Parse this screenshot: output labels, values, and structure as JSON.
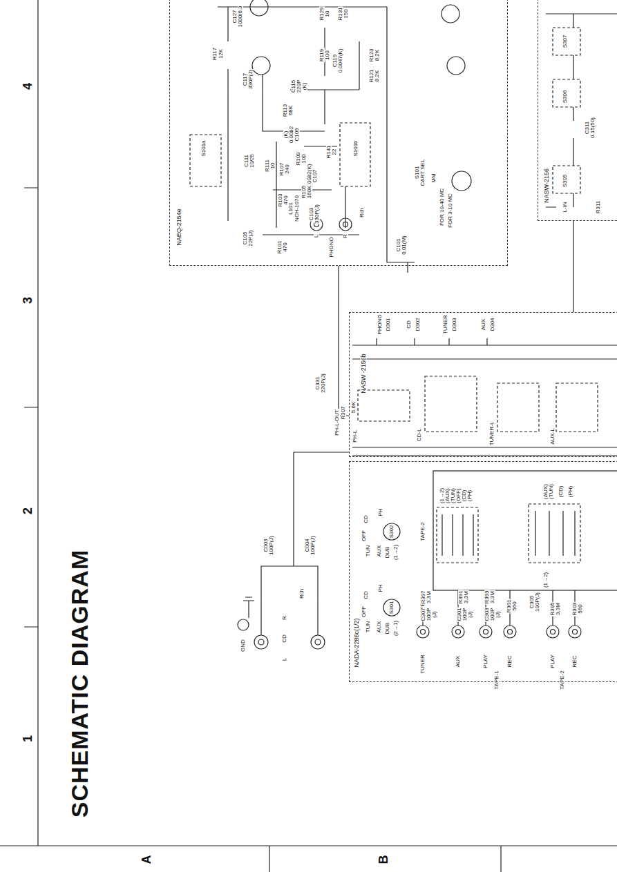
{
  "diagram": {
    "title": "SCHEMATIC DIAGRAM",
    "nodes": [
      {
        "text": [
          "NAEQ-2154e"
        ]
      },
      {
        "text": [
          "NASW-2156"
        ]
      },
      {
        "text": [
          "NASW -2156b"
        ]
      },
      {
        "text": [
          "NADA-2286c(1/2)"
        ]
      }
    ],
    "edges": [
      {
        "from": 0,
        "to": 2,
        "arrow": "none"
      },
      {
        "from": 1,
        "to": 2,
        "arrow": "none"
      }
    ],
    "labels": [
      "4",
      "3",
      "2",
      "1",
      "A",
      "B",
      "R117",
      "12K",
      "C117",
      "330P(J)",
      "C127",
      "1000/6.3",
      "R129",
      "10",
      "R131",
      "150",
      "R119",
      "100",
      "C119",
      "0.0047(K)",
      "R123",
      "8.2K",
      "R121",
      "8.2K",
      "C115",
      "220P",
      "(K)",
      "S101a",
      "R113",
      "68K",
      "(K)",
      "0.0082",
      "C109",
      "C111",
      "10/25",
      "R111",
      "10",
      "R109",
      "100",
      "R141",
      "22",
      "S101b",
      "R107",
      "240",
      "C107",
      "0.0082(K)",
      "R103",
      "470",
      "L101",
      "NCH-1070",
      "R105",
      "160K",
      "C103",
      "330P(J)",
      "C105",
      "22P(J)",
      "R101",
      "470",
      "PHONO",
      "L",
      "R",
      "Rch",
      "C101",
      "0.01(M)",
      "S101",
      "CART SEL",
      "MM",
      "FOR 10-40 MC",
      "FOR 3-10 MC",
      "C331",
      "220P(J)",
      "PH-L-OUT",
      "R307",
      "5.6K",
      "PH-L",
      "PHONO",
      "D301",
      "CD",
      "D302",
      "TUNER",
      "D303",
      "AUX",
      "D304",
      "CD-L",
      "TUNER-L",
      "AUX-L",
      "S307",
      "S306",
      "C311",
      "0.15(50)",
      "S305",
      "L-IN",
      "R311",
      "S302",
      "TAPE-2",
      "TUN",
      "OFF",
      "CD",
      "PH",
      "AUX",
      "DUB",
      "(1→2)",
      "S301",
      "TAPE-1",
      "TUN",
      "OFF",
      "CD",
      "PH",
      "AUX",
      "DUB",
      "(2→1)",
      "(1→2)",
      "(AUX)",
      "(TUN)",
      "(OFF)",
      "(CD)",
      "(PH)",
      "(AUX)",
      "(TUN)",
      "(CD)",
      "(PH)",
      "(1→2)",
      "TUNER",
      "AUX",
      "PLAY",
      "TAPE-1",
      "REC",
      "PLAY",
      "TAPE-2",
      "REC",
      "R397",
      "3.3M",
      "C307",
      "100P",
      "(J)",
      "R391",
      "3.3M",
      "C301",
      "100P",
      "(J)",
      "R393",
      "3.3M",
      "C303",
      "100P",
      "(J)",
      "R301",
      "560",
      "C305",
      "100P(J)",
      "R395",
      "3.3M",
      "R303",
      "560",
      "GND",
      "L",
      "CD",
      "R",
      "C003",
      "100P(J)",
      "C004",
      "100P(J)",
      "Rch"
    ]
  }
}
